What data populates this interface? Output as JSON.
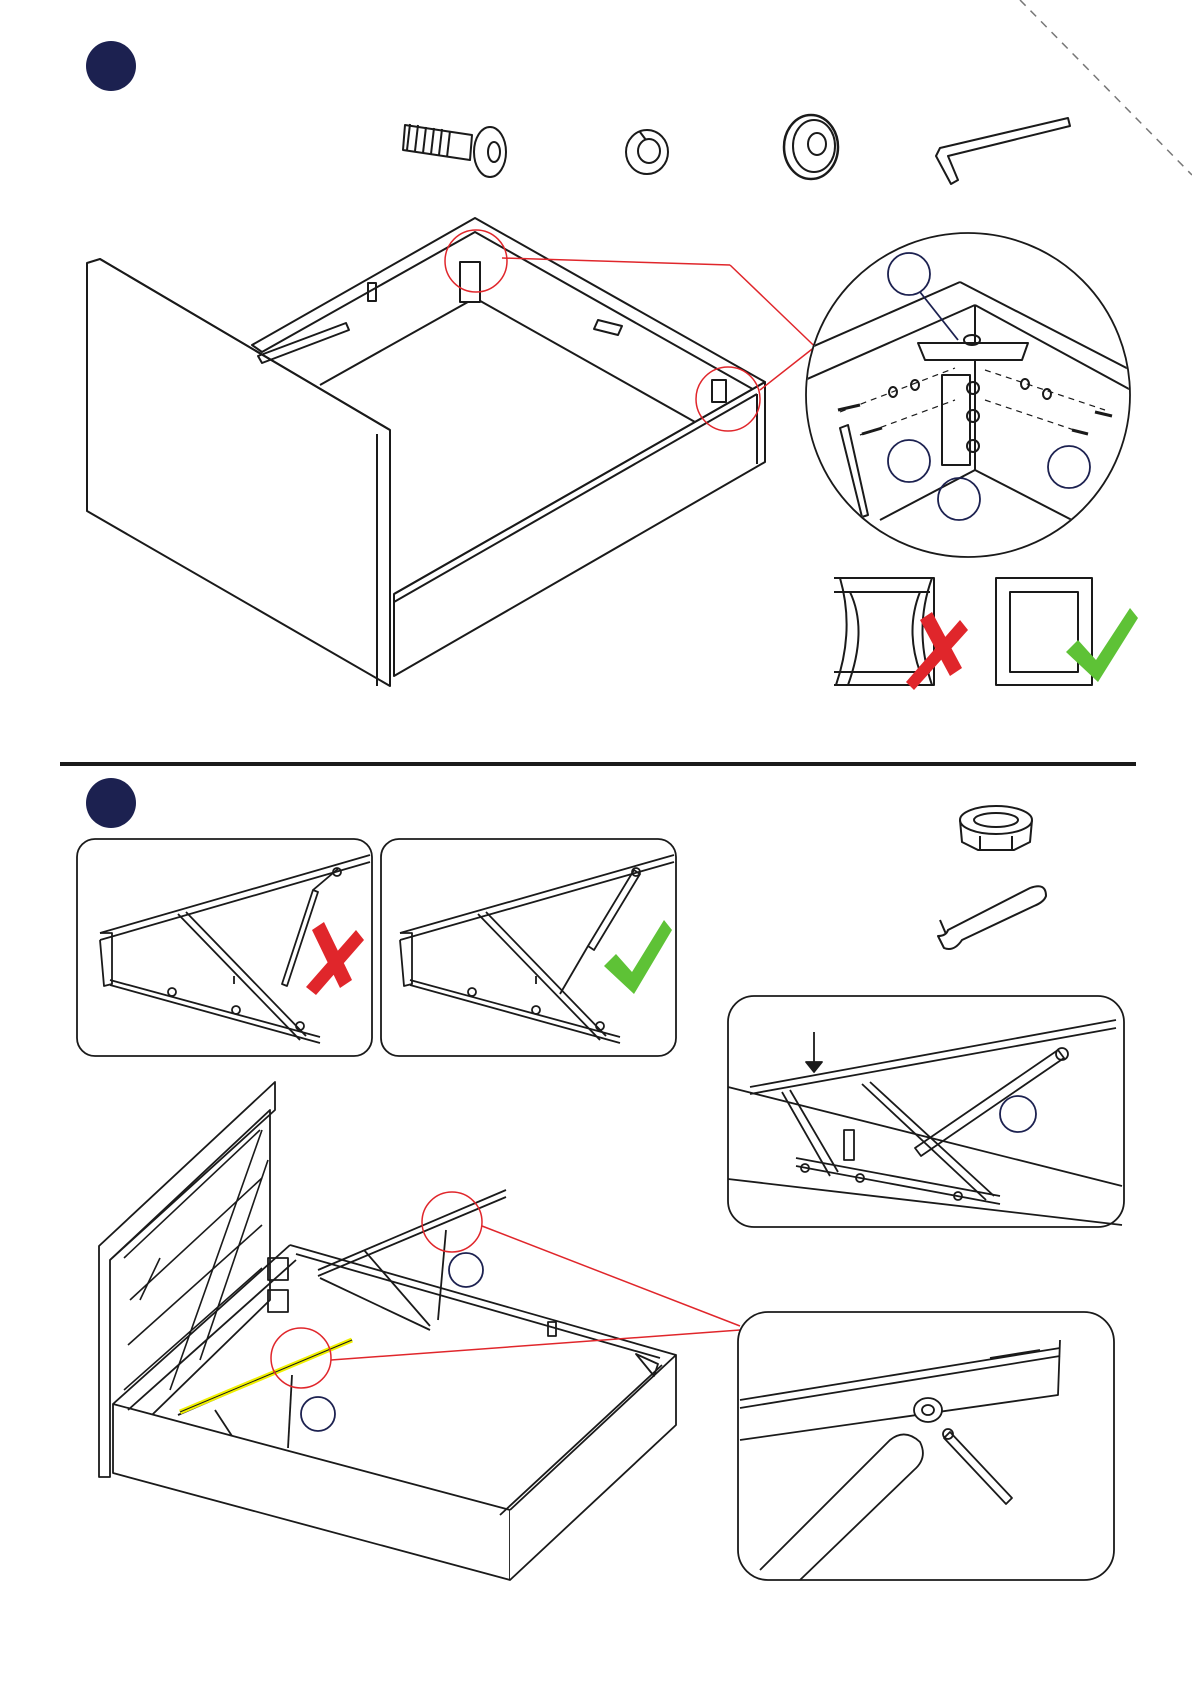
{
  "page": {
    "background": "#ffffff",
    "badge_color": "#1c2150",
    "callout_color": "#e0262b",
    "wrong_color": "#e0262b",
    "right_color": "#5ec236",
    "highlight_color": "#f0f000"
  },
  "step1": {
    "badge": "",
    "hardware_icons": [
      "bolt-icon",
      "spring-washer-icon",
      "flat-washer-icon",
      "allen-key-icon"
    ],
    "detail_labels": [
      "",
      "",
      "",
      ""
    ],
    "compare": [
      {
        "state": "wrong",
        "icon": "cross-icon"
      },
      {
        "state": "right",
        "icon": "check-icon"
      }
    ]
  },
  "step2": {
    "badge": "",
    "hardware_icons": [
      "cap-nut-icon",
      "spanner-icon"
    ],
    "orientation_panels": [
      {
        "state": "wrong",
        "icon": "cross-icon"
      },
      {
        "state": "right",
        "icon": "check-icon"
      }
    ],
    "detail_labels": [
      "",
      "",
      ""
    ]
  }
}
